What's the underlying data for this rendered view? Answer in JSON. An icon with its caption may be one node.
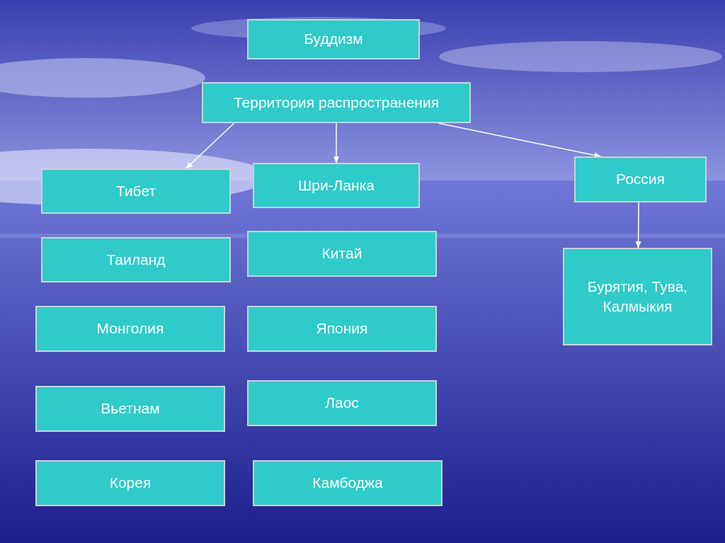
{
  "diagram": {
    "nodes": [
      {
        "text": [
          "Буддизм"
        ]
      },
      {
        "text": [
          "Территория распространения"
        ]
      },
      {
        "text": [
          "Тибет"
        ]
      },
      {
        "text": [
          "Шри-Ланка"
        ]
      },
      {
        "text": [
          "Россия"
        ]
      },
      {
        "text": [
          "Таиланд"
        ]
      },
      {
        "text": [
          "Китай"
        ]
      },
      {
        "text": [
          "Бурятия, Тува, Калмыкия"
        ]
      },
      {
        "text": [
          "Монголия"
        ]
      },
      {
        "text": [
          "Япония"
        ]
      },
      {
        "text": [
          "Вьетнам"
        ]
      },
      {
        "text": [
          "Лаос"
        ]
      },
      {
        "text": [
          "Корея"
        ]
      },
      {
        "text": [
          "Камбоджа"
        ]
      }
    ],
    "edges": [
      {
        "from": 1,
        "to": 2,
        "arrow": "to"
      },
      {
        "from": 1,
        "to": 3,
        "arrow": "to"
      },
      {
        "from": 1,
        "to": 4,
        "arrow": "to"
      },
      {
        "from": 4,
        "to": 7,
        "arrow": "to"
      }
    ]
  }
}
